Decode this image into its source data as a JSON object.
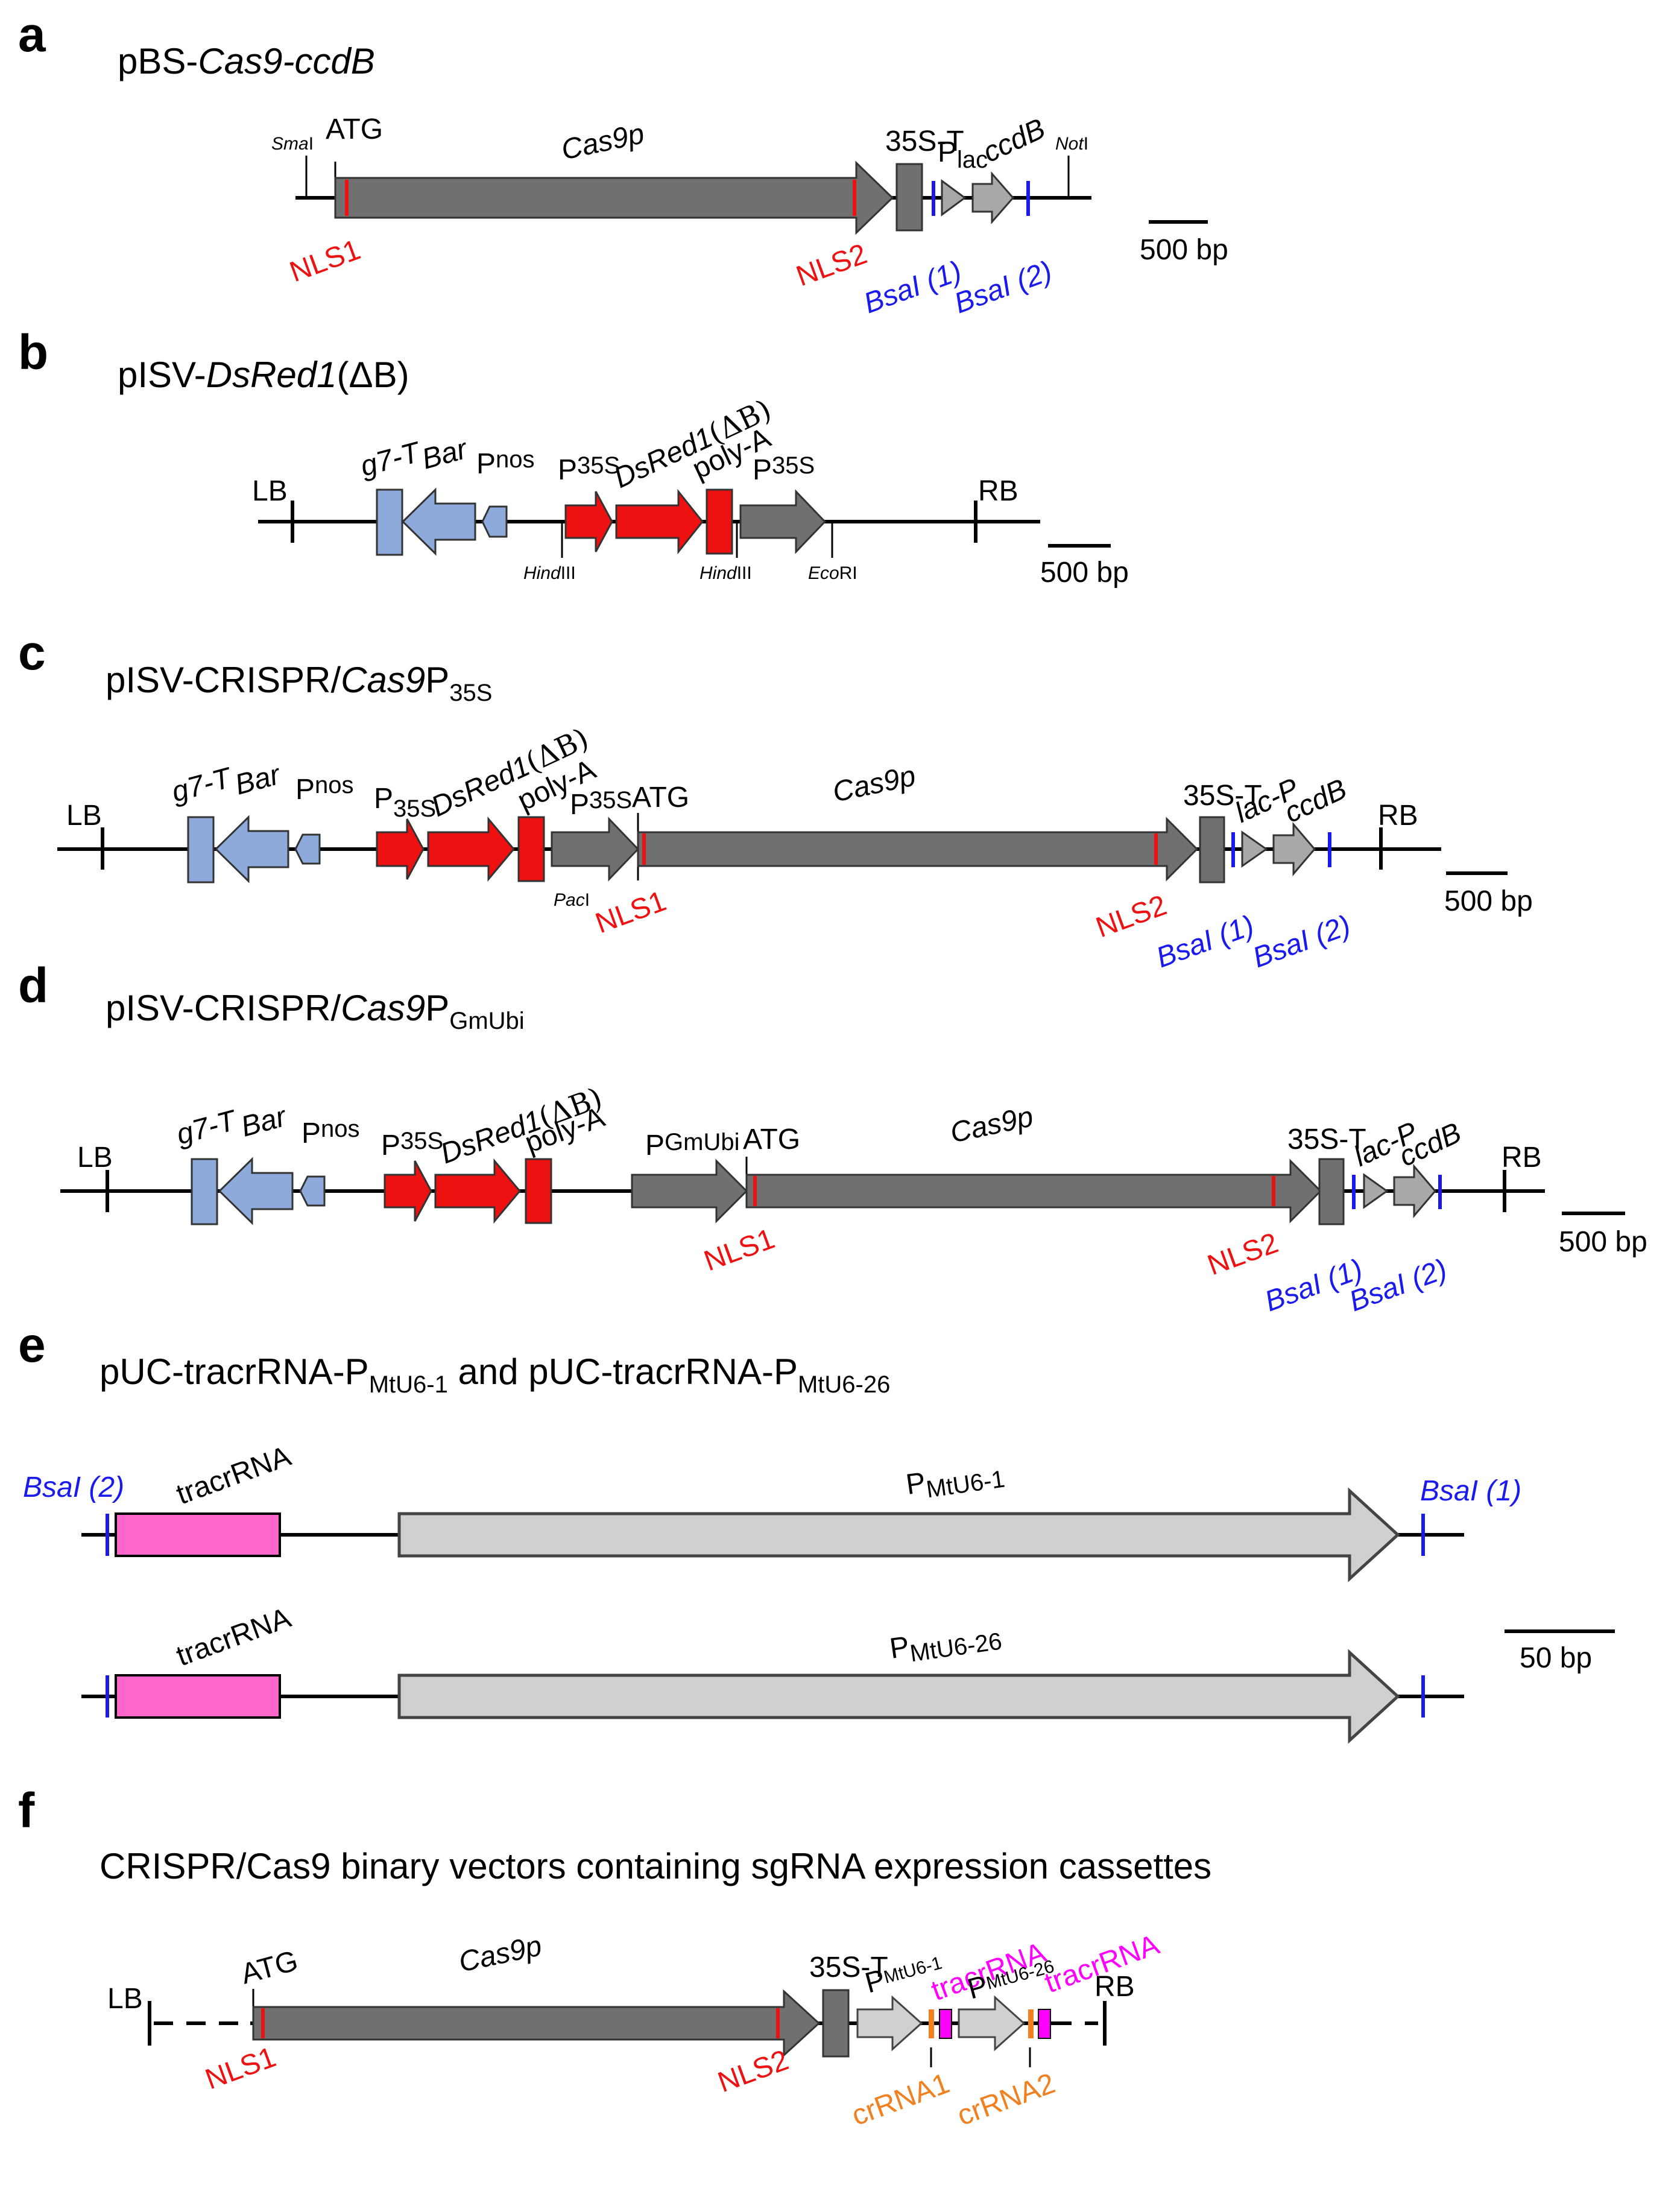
{
  "panels": {
    "a": {
      "letter": "a",
      "title_main": "pBS-",
      "title_italic": "Cas9-ccdB",
      "labels": {
        "sma": "Sma",
        "sma_suffix": "I",
        "atg": "ATG",
        "cas9p": "Cas9p",
        "t35s": "35S-T",
        "plac": "P",
        "plac_sub": "lac",
        "ccdb": "ccdB",
        "not": "Not",
        "not_suffix": "I",
        "nls1": "NLS1",
        "nls2": "NLS2",
        "bsai1": "BsaI (1)",
        "bsai2": "BsaI (2)",
        "scale": "500 bp"
      }
    },
    "b": {
      "letter": "b",
      "title_main": "pISV-",
      "title_italic": "DsRed1",
      "title_tail": "(ΔB)",
      "labels": {
        "lb": "LB",
        "g7t": "g7-T",
        "bar": "Bar",
        "pnos": "P",
        "pnos_sub": "nos",
        "p35s": "P",
        "p35s_sub": "35S",
        "dsred": "DsRed1",
        "dsred_tail": "(ΔB)",
        "polya": "poly-A",
        "p35s_b": "P",
        "p35s_b_sub": "35S",
        "rb": "RB",
        "hind1": "Hind",
        "hind1_suffix": "III",
        "hind2": "Hind",
        "hind2_suffix": "III",
        "eco": "Eco",
        "eco_suffix": "RI",
        "scale": "500 bp"
      }
    },
    "c": {
      "letter": "c",
      "title_main": "pISV-CRISPR/",
      "title_italic": "Cas9",
      "title_p": "P",
      "title_sub": "35S",
      "labels": {
        "lb": "LB",
        "g7t": "g7-T",
        "bar": "Bar",
        "pnos": "P",
        "pnos_sub": "nos",
        "p35s": "P",
        "p35s_sub": "35S",
        "dsred": "DsRed1",
        "dsred_tail": "(ΔB)",
        "polya": "poly-A",
        "p35s_b": "P",
        "p35s_b_sub": "35S",
        "atg": "ATG",
        "cas9p": "Cas9p",
        "t35s": "35S-T",
        "lacp": "lac-P",
        "ccdb": "ccdB",
        "rb": "RB",
        "pac": "Pac",
        "pac_suffix": "I",
        "nls1": "NLS1",
        "nls2": "NLS2",
        "bsai1": "BsaI (1)",
        "bsai2": "BsaI (2)",
        "scale": "500 bp"
      }
    },
    "d": {
      "letter": "d",
      "title_main": "pISV-CRISPR/",
      "title_italic": "Cas9",
      "title_p": "P",
      "title_sub": "GmUbi",
      "labels": {
        "lb": "LB",
        "g7t": "g7-T",
        "bar": "Bar",
        "pnos": "P",
        "pnos_sub": "nos",
        "p35s": "P",
        "p35s_sub": "35S",
        "dsred": "DsRed1",
        "dsred_tail": "(ΔB)",
        "polya": "poly-A",
        "pgmubi": "P",
        "pgmubi_sub": "GmUbi",
        "atg": "ATG",
        "cas9p": "Cas9p",
        "t35s": "35S-T",
        "lacp": "lac-P",
        "ccdb": "ccdB",
        "rb": "RB",
        "nls1": "NLS1",
        "nls2": "NLS2",
        "bsai1": "BsaI (1)",
        "bsai2": "BsaI (2)",
        "scale": "500 bp"
      }
    },
    "e": {
      "letter": "e",
      "title_a": "pUC-tracrRNA-P",
      "title_a_sub": "MtU6-1",
      "title_mid": " and pUC-tracrRNA-P",
      "title_b_sub": "MtU6-26",
      "labels": {
        "bsai2": "BsaI (2)",
        "tracr1": "tracrRNA",
        "pmtu61": "P",
        "pmtu61_sub": "MtU6-1",
        "bsai1": "BsaI (1)",
        "tracr2": "tracrRNA",
        "pmtu626": "P",
        "pmtu626_sub": "MtU6-26",
        "scale": "50 bp"
      }
    },
    "f": {
      "letter": "f",
      "title": "CRISPR/Cas9 binary vectors containing sgRNA expression cassettes",
      "labels": {
        "lb": "LB",
        "atg": "ATG",
        "cas9p": "Cas9p",
        "t35s": "35S-T",
        "pmtu61": "P",
        "pmtu61_sub": "MtU6-1",
        "tracr1": "tracrRNA",
        "pmtu626": "P",
        "pmtu626_sub": "MtU6-26",
        "tracr2": "tracrRNA",
        "rb": "RB",
        "nls1": "NLS1",
        "nls2": "NLS2",
        "crrna1": "crRNA1",
        "crrna2": "crRNA2"
      }
    }
  },
  "colors": {
    "cas9": "#707070",
    "light_gray": "#d0d0d0",
    "mid_gray": "#a8a8a8",
    "blue_feature": "#8eaadb",
    "red_feature": "#ee1111",
    "tracr_pink": "#ff66cc",
    "site_blue": "#1a1aee",
    "nls_red": "#ee1111",
    "crrna_orange": "#f08020",
    "tracr_magenta": "#ff00ff"
  }
}
